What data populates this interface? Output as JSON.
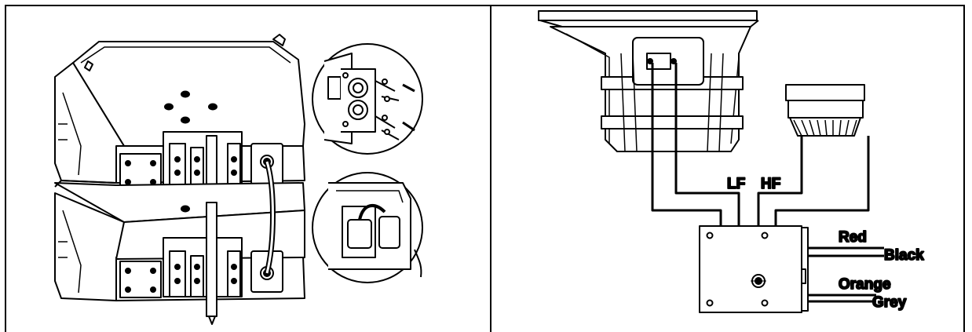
{
  "right_panel": {
    "labels": {
      "lf": "LF",
      "hf": "HF",
      "red": "Red",
      "black": "Black",
      "orange": "Orange",
      "grey": "Grey"
    }
  },
  "colors": {
    "line": "#000000",
    "background": "#ffffff"
  }
}
